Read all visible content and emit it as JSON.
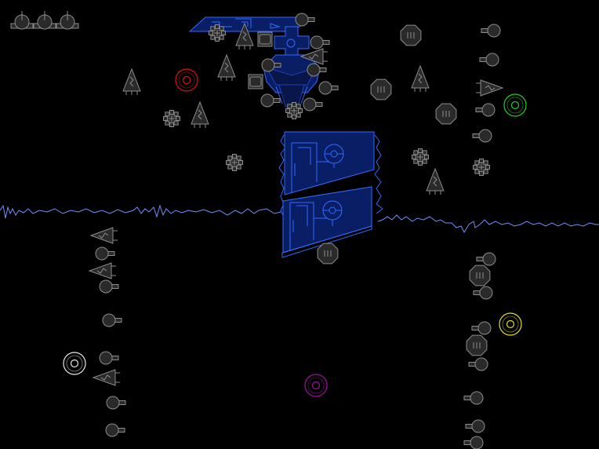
{
  "scene": {
    "background_color": "#000000",
    "grey_color": "#8c8c8c",
    "blue_color": "#2f6bff",
    "ground_line_color": "#6f8fff"
  },
  "players": [
    {
      "name": "red-player-orb",
      "color": "#e01010"
    },
    {
      "name": "green-player-orb",
      "color": "#20d020"
    },
    {
      "name": "yellow-player-orb",
      "color": "#e0e020"
    },
    {
      "name": "white-player-orb",
      "color": "#e8e8e8"
    },
    {
      "name": "purple-player-orb",
      "color": "#a010a0"
    }
  ],
  "lives_remaining": 3,
  "icons": [
    "life-icon",
    "turret-icon",
    "tree-icon",
    "gear-mine-icon",
    "octagon-icon",
    "arrow-ship-icon",
    "blue-fortress-icon"
  ]
}
